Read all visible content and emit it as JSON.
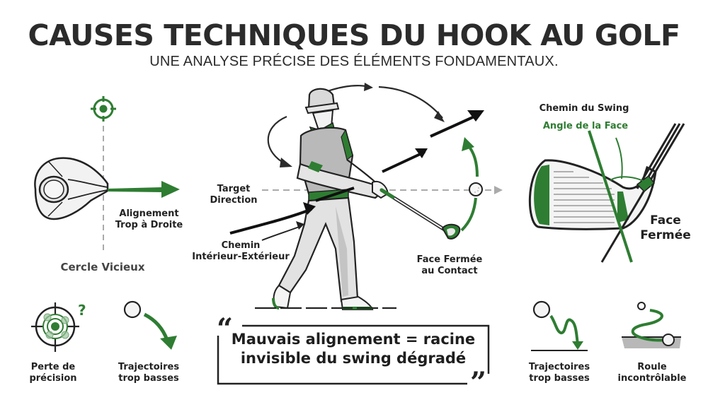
{
  "header": {
    "title": "CAUSES TECHNIQUES DU HOOK AU GOLF",
    "subtitle": "UNE ANALYSE PRÉCISE DES ÉLÉMENTS FONDAMENTAUX."
  },
  "colors": {
    "accent_green": "#2e7d32",
    "text_dark": "#222222",
    "guide_grey": "#aaaaaa"
  },
  "left_panel": {
    "target_icon": "crosshair-target-icon",
    "alignment_label_line1": "Alignement",
    "alignment_label_line2": "Trop à Droite",
    "caption": "Cercle Vicieux"
  },
  "center_panel": {
    "target_direction_line1": "Target",
    "target_direction_line2": "Direction",
    "path_label_line1": "Chemin",
    "path_label_line2": "Intérieur-Extérieur",
    "face_label_line1": "Face Fermée",
    "face_label_line2": "au Contact"
  },
  "right_panel": {
    "swing_path_label": "Chemin du Swing",
    "face_angle_label": "Angle de la Face",
    "closed_face_line1": "Face",
    "closed_face_line2": "Fermée"
  },
  "consequences_left": [
    {
      "icon": "scattered-target-icon",
      "line1": "Perte de",
      "line2": "précision"
    },
    {
      "icon": "falling-ball-icon",
      "line1": "Trajectoires",
      "line2": "trop basses"
    }
  ],
  "consequences_right": [
    {
      "icon": "bouncing-ball-icon",
      "line1": "Trajectoires",
      "line2": "trop basses"
    },
    {
      "icon": "rolling-ball-icon",
      "line1": "Roule",
      "line2": "incontrôlable"
    }
  ],
  "quote": {
    "open_mark": "“",
    "close_mark": "”",
    "line1": "Mauvais alignement = racine",
    "line2": "invisible du swing dégradé"
  }
}
